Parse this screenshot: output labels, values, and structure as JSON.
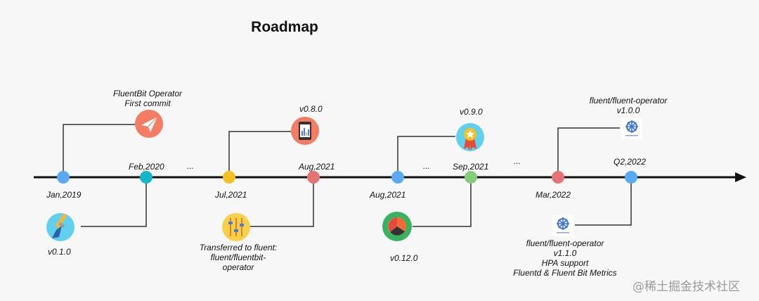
{
  "title": "Roadmap",
  "watermark": "@稀土掘金技术社区",
  "colors": {
    "axis": "#111111",
    "connector": "#333333",
    "background": "#f7f7f7",
    "dot_blue": "#5aa9f5",
    "dot_teal": "#13b5c8",
    "dot_yellow": "#f5c122",
    "dot_red": "#e57373",
    "dot_green": "#86cc7a",
    "icon_salmon": "#f47c63",
    "icon_cyan": "#5fd0f0",
    "icon_yellow": "#f9d04a",
    "icon_green": "#38b25f",
    "k8s_blue": "#3a73d6"
  },
  "dates": {
    "jan2019": "Jan,2019",
    "feb2020": "Feb,2020",
    "jul2021": "Jul,2021",
    "aug2021a": "Aug,2021",
    "aug2021b": "Aug,2021",
    "sep2021": "Sep,2021",
    "mar2022": "Mar,2022",
    "q22022": "Q2,2022"
  },
  "ellipses": [
    "...",
    "...",
    "..."
  ],
  "milestones": {
    "first_commit": "FluentBit Operator\nFirst commit",
    "v010": "v0.1.0",
    "transferred": "Transferred to fluent:\nfluent/fluentbit-\noperator",
    "v080": "v0.8.0",
    "v0120": "v0.12.0",
    "v090": "v0.9.0",
    "v100": "fluent/fluent-operator\nv1.0.0",
    "v110": "fluent/fluent-operator\nv1.1.0\nHPA support\nFluentd &  Fluent Bit Metrics"
  },
  "icons": {
    "send": "paper-plane-icon",
    "brush": "paint-brush-icon",
    "sliders": "sliders-icon",
    "phone": "phone-chart-icon",
    "pie": "pie-chart-icon",
    "award": "award-ribbon-icon",
    "helm1": "kubernetes-helm-icon",
    "helm2": "kubernetes-helm-icon"
  }
}
